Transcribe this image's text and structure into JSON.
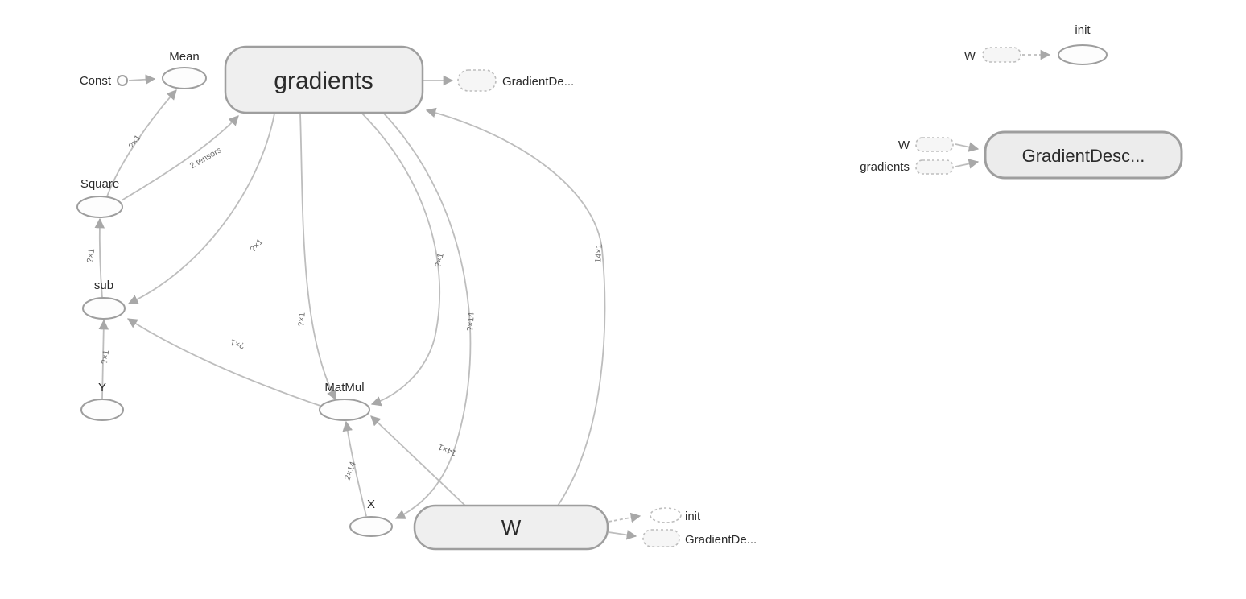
{
  "graph": {
    "nodes": {
      "const": {
        "label": "Const"
      },
      "mean": {
        "label": "Mean"
      },
      "gradients": {
        "label": "gradients"
      },
      "square": {
        "label": "Square"
      },
      "sub": {
        "label": "sub"
      },
      "y": {
        "label": "Y"
      },
      "matmul": {
        "label": "MatMul"
      },
      "x": {
        "label": "X"
      },
      "w": {
        "label": "W"
      },
      "gradient_descent_stub_top": {
        "label": "GradientDe..."
      },
      "init_stub": {
        "label": "init"
      },
      "gradient_descent_stub_bottom": {
        "label": "GradientDe..."
      }
    },
    "edge_labels": {
      "square_mean": "?×1",
      "square_gradients": "2 tensors",
      "sub_square": "?×1",
      "gradients_sub": "?×1",
      "y_sub": "?×1",
      "matmul_sub": "?×1",
      "gradients_matmul_a": "?×1",
      "gradients_matmul_b": "?×1",
      "gradients_x": "?×14",
      "w_gradients": "14×1",
      "w_matmul": "14×1",
      "x_matmul": "2×14"
    }
  },
  "aux": {
    "init_node": {
      "label": "init",
      "input_label": "W"
    },
    "gradient_descent_node": {
      "label": "GradientDesc...",
      "input1_label": "W",
      "input2_label": "gradients"
    }
  },
  "colors": {
    "edge": "#bdbdbd",
    "node_stroke": "#9e9e9e",
    "namespace_fill": "#efefef",
    "text": "#2b2b2b"
  }
}
